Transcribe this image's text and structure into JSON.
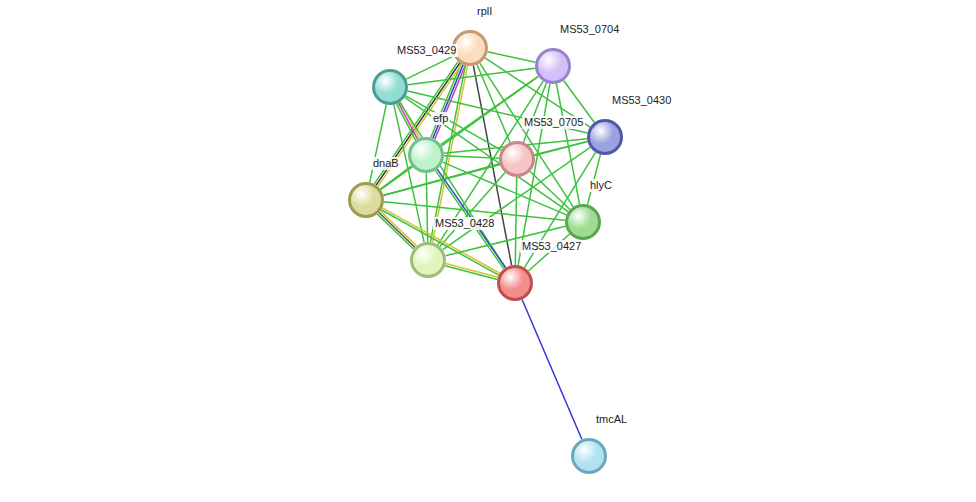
{
  "diagram": {
    "nodes": [
      {
        "text": [
          "rplI"
        ]
      },
      {
        "text": [
          "MS53_0704"
        ]
      },
      {
        "text": [
          "MS53_0429"
        ]
      },
      {
        "text": [
          "MS53_0430"
        ]
      },
      {
        "text": [
          "efp"
        ]
      },
      {
        "text": [
          "MS53_0705"
        ]
      },
      {
        "text": [
          "dnaB"
        ]
      },
      {
        "text": [
          "hlyC"
        ]
      },
      {
        "text": [
          "MS53_0428"
        ]
      },
      {
        "text": [
          "MS53_0427"
        ]
      },
      {
        "text": [
          "tmcAL"
        ]
      }
    ],
    "edges": [
      {
        "from": 0,
        "to": 1,
        "arrow": "none"
      },
      {
        "from": 0,
        "to": 2,
        "arrow": "none"
      },
      {
        "from": 0,
        "to": 3,
        "arrow": "none"
      },
      {
        "from": 0,
        "to": 4,
        "arrow": "none"
      },
      {
        "from": 0,
        "to": 5,
        "arrow": "none"
      },
      {
        "from": 0,
        "to": 6,
        "arrow": "none"
      },
      {
        "from": 0,
        "to": 7,
        "arrow": "none"
      },
      {
        "from": 0,
        "to": 8,
        "arrow": "none"
      },
      {
        "from": 0,
        "to": 9,
        "arrow": "none"
      },
      {
        "from": 1,
        "to": 2,
        "arrow": "none"
      },
      {
        "from": 1,
        "to": 3,
        "arrow": "none"
      },
      {
        "from": 1,
        "to": 4,
        "arrow": "none"
      },
      {
        "from": 1,
        "to": 5,
        "arrow": "none"
      },
      {
        "from": 1,
        "to": 6,
        "arrow": "none"
      },
      {
        "from": 1,
        "to": 7,
        "arrow": "none"
      },
      {
        "from": 1,
        "to": 8,
        "arrow": "none"
      },
      {
        "from": 1,
        "to": 9,
        "arrow": "none"
      },
      {
        "from": 2,
        "to": 3,
        "arrow": "none"
      },
      {
        "from": 2,
        "to": 4,
        "arrow": "none"
      },
      {
        "from": 2,
        "to": 5,
        "arrow": "none"
      },
      {
        "from": 2,
        "to": 6,
        "arrow": "none"
      },
      {
        "from": 2,
        "to": 7,
        "arrow": "none"
      },
      {
        "from": 2,
        "to": 8,
        "arrow": "none"
      },
      {
        "from": 2,
        "to": 9,
        "arrow": "none"
      },
      {
        "from": 3,
        "to": 4,
        "arrow": "none"
      },
      {
        "from": 3,
        "to": 5,
        "arrow": "none"
      },
      {
        "from": 3,
        "to": 6,
        "arrow": "none"
      },
      {
        "from": 3,
        "to": 7,
        "arrow": "none"
      },
      {
        "from": 3,
        "to": 8,
        "arrow": "none"
      },
      {
        "from": 3,
        "to": 9,
        "arrow": "none"
      },
      {
        "from": 4,
        "to": 5,
        "arrow": "none"
      },
      {
        "from": 4,
        "to": 6,
        "arrow": "none"
      },
      {
        "from": 4,
        "to": 7,
        "arrow": "none"
      },
      {
        "from": 4,
        "to": 8,
        "arrow": "none"
      },
      {
        "from": 4,
        "to": 9,
        "arrow": "none"
      },
      {
        "from": 5,
        "to": 6,
        "arrow": "none"
      },
      {
        "from": 5,
        "to": 7,
        "arrow": "none"
      },
      {
        "from": 5,
        "to": 8,
        "arrow": "none"
      },
      {
        "from": 5,
        "to": 9,
        "arrow": "none"
      },
      {
        "from": 6,
        "to": 7,
        "arrow": "none"
      },
      {
        "from": 6,
        "to": 8,
        "arrow": "none"
      },
      {
        "from": 6,
        "to": 9,
        "arrow": "none"
      },
      {
        "from": 7,
        "to": 8,
        "arrow": "none"
      },
      {
        "from": 7,
        "to": 9,
        "arrow": "none"
      },
      {
        "from": 8,
        "to": 9,
        "arrow": "none"
      },
      {
        "from": 9,
        "to": 10,
        "arrow": "none"
      }
    ]
  }
}
